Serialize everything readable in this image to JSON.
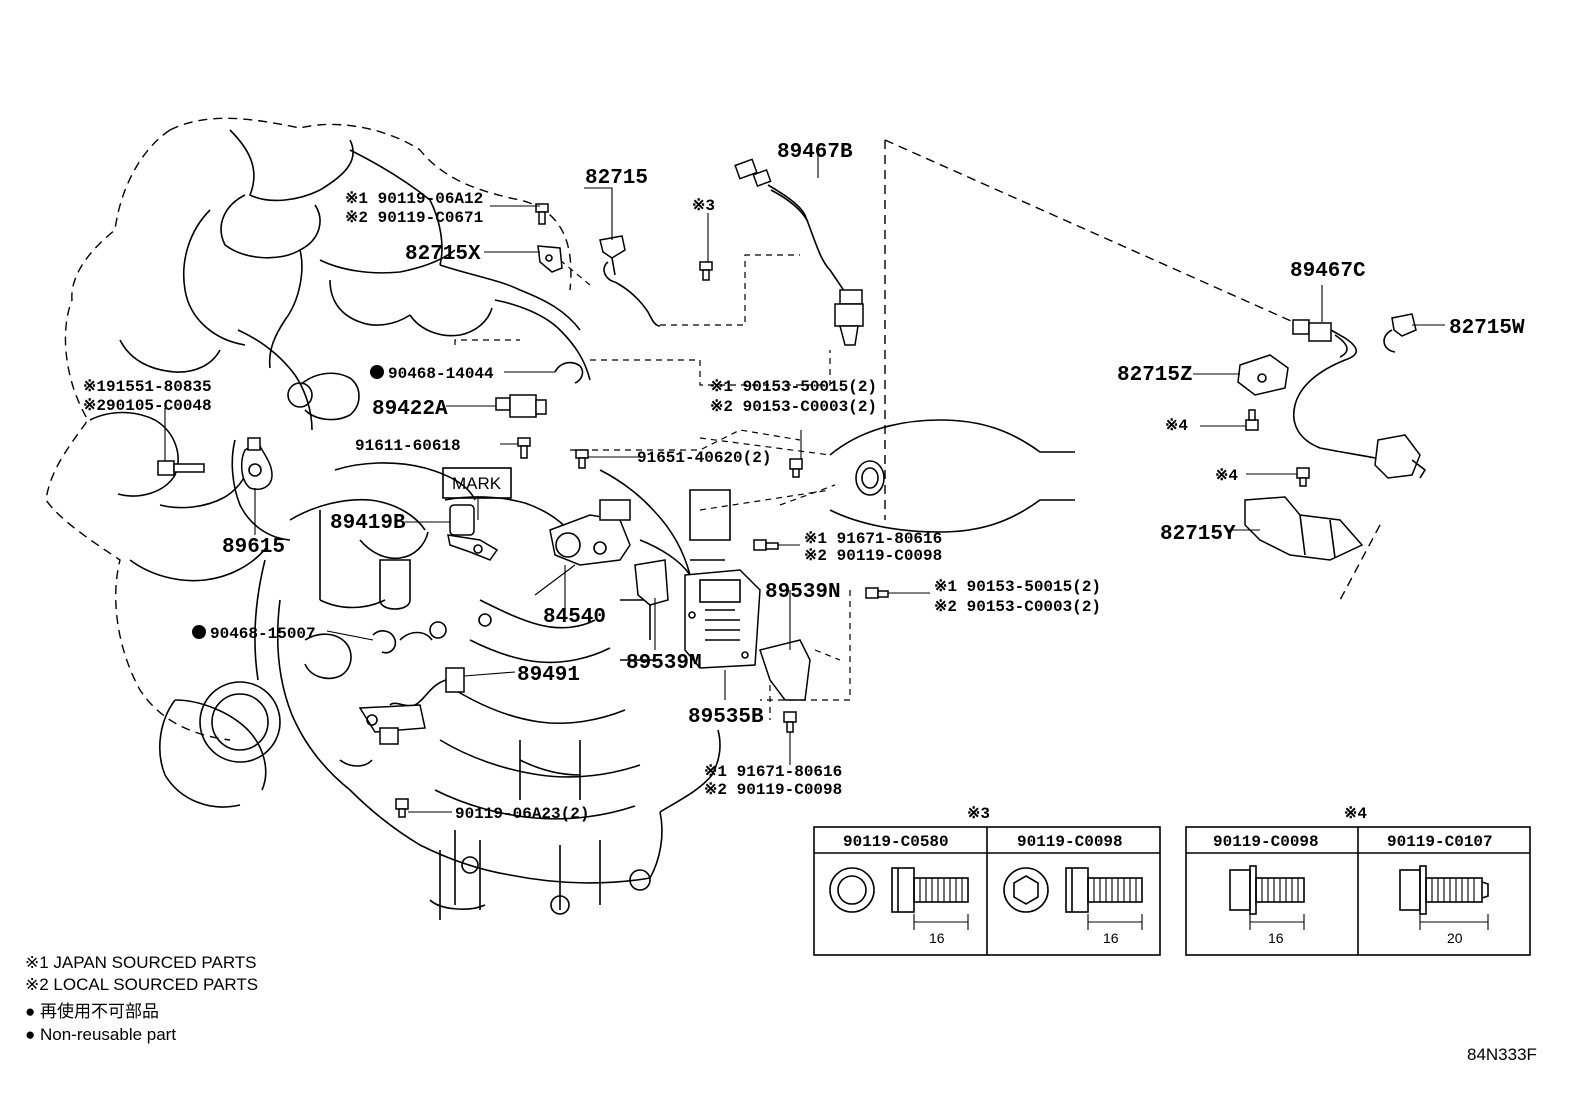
{
  "labels": {
    "p89467B": "89467B",
    "p82715": "82715",
    "p82715X": "82715X",
    "n3": "※3",
    "m1_900119_06A12": "※1 90119-06A12",
    "m2_90119_C0671": "※2 90119-C0671",
    "p89467C": "89467C",
    "p82715W": "82715W",
    "p82715Z": "82715Z",
    "n4a": "※4",
    "n4b": "※4",
    "p82715Y": "82715Y",
    "p90468_14044": "90468-14044",
    "p89422A": "89422A",
    "m1_90153_50015_a": "※1 90153-50015(2)",
    "m2_90153_C0003_a": "※2 90153-C0003(2)",
    "m1_91551_80835": "※191551-80835",
    "m2_90105_C0048": "※290105-C0048",
    "p91611_60618": "91611-60618",
    "p91651_40620": "91651-40620(2)",
    "p89615": "89615",
    "mark": "MARK",
    "p89419B": "89419B",
    "m1_91671_80616_a": "※1 91671-80616",
    "m2_90119_C0098_a": "※2 90119-C0098",
    "p89539N": "89539N",
    "m1_90153_50015_b": "※1 90153-50015(2)",
    "m2_90153_C0003_b": "※2 90153-C0003(2)",
    "p84540": "84540",
    "p90468_15007": "90468-15007",
    "p89539M": "89539M",
    "p89491": "89491",
    "p89535B": "89535B",
    "m1_91671_80616_b": "※1 91671-80616",
    "m2_90119_C0098_b": "※2 90119-C0098",
    "p90119_06A23": "90119-06A23(2)"
  },
  "tables": {
    "t3": {
      "title": "※3",
      "col1": "90119-C0580",
      "col2": "90119-C0098",
      "dim1": "16",
      "dim2": "16"
    },
    "t4": {
      "title": "※4",
      "col1": "90119-C0098",
      "col2": "90119-C0107",
      "dim1": "16",
      "dim2": "20"
    }
  },
  "legend": {
    "l1": "※1 JAPAN SOURCED PARTS",
    "l2": "※2 LOCAL SOURCED PARTS",
    "l3": "● 再使用不可部品",
    "l4": "● Non-reusable part"
  },
  "diagram_code": "84N333F"
}
